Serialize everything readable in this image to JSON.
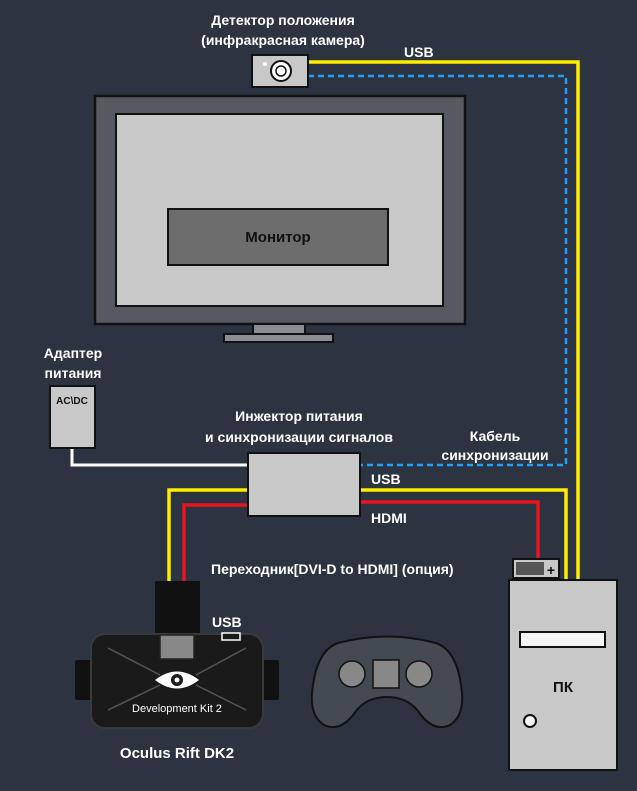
{
  "labels": {
    "camera_line1": "Детектор положения",
    "camera_line2": "(инфракрасная камера)",
    "usb_top": "USB",
    "monitor": "Монитор",
    "adapter_line1": "Адаптер",
    "adapter_line2": "питания",
    "adapter_box": "AC\\DC",
    "injector_line1": "Инжектор питания",
    "injector_line2": "и синхронизации сигналов",
    "sync_line1": "Кабель",
    "sync_line2": "синхронизации",
    "usb_mid": "USB",
    "hdmi": "HDMI",
    "converter": "Переходник[DVI-D to HDMI] (опция)",
    "converter_plus": "+",
    "usb_headset": "USB",
    "headset_brand": "Development Kit 2",
    "headset_name": "Oculus Rift DK2",
    "pc": "ПК"
  },
  "colors": {
    "background": "#2d3441",
    "usb_cable": "#ffee00",
    "hdmi_cable": "#e8141e",
    "sync_cable": "#1fa0ff",
    "power_cable": "#ffffff",
    "device_fill": "#c8c8c8",
    "dark_device": "#1a1a1a"
  },
  "icons": {
    "camera": "camera-icon",
    "headset": "vr-headset-icon",
    "gamepad": "gamepad-icon",
    "pc": "pc-tower-icon"
  }
}
